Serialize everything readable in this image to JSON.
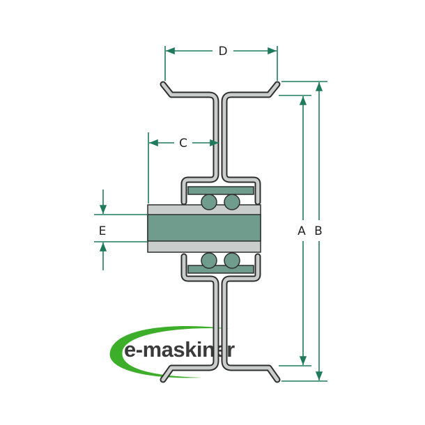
{
  "diagram": {
    "labels": {
      "a": "A",
      "b": "B",
      "c": "C",
      "d": "D",
      "e": "E"
    },
    "logo_text": "e-maskiner",
    "colors": {
      "dimension": "#1f7a5c",
      "plate": "#c9cdcb",
      "outline": "#2e2e2e",
      "shaft": "#6f9c8c",
      "logo_swoosh": "#3cae2a",
      "logo_text": "#3a3a3a"
    }
  }
}
